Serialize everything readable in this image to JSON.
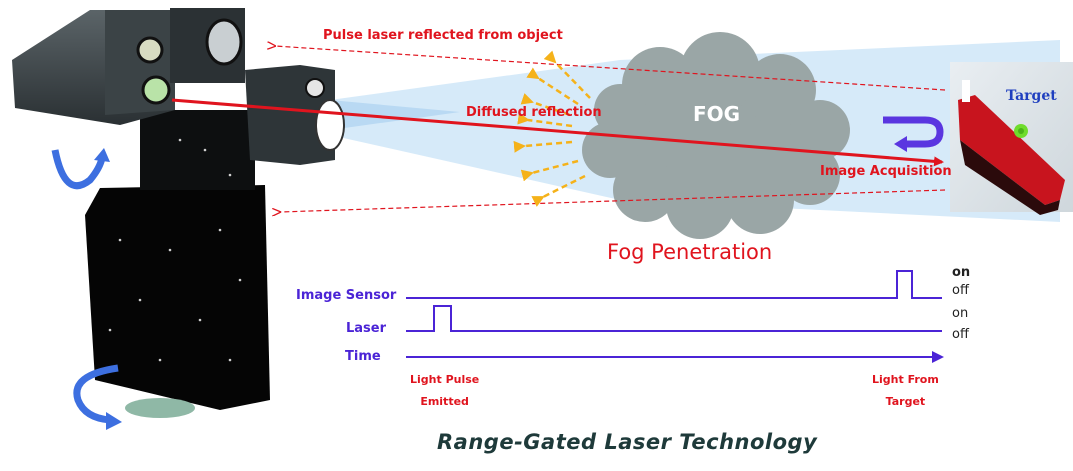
{
  "diagram": {
    "title": "Range-Gated Laser Technology",
    "labels": {
      "pulse_reflected": "Pulse laser reflected from object",
      "diffused_reflection": "Diffused reflection",
      "fog": "FOG",
      "fog_penetration": "Fog Penetration",
      "image_acquisition": "Image Acquisition",
      "target": "Target"
    },
    "timing": {
      "rows": [
        {
          "label": "Image Sensor",
          "on": "on",
          "off": "off"
        },
        {
          "label": "Laser",
          "on": "on",
          "off": "off"
        },
        {
          "label": "Time"
        }
      ],
      "start_note_line1": "Light Pulse",
      "start_note_line2": "Emitted",
      "end_note_line1": "Light From",
      "end_note_line2": "Target"
    },
    "colors": {
      "laser_red": "#e0141e",
      "timing_blue": "#4b24d6",
      "fog_gray": "#9aa6a6",
      "beam_light_blue": "#cfe6f8",
      "diffuse_orange": "#f5b21a",
      "rotate_arrow_blue": "#3d6fe0"
    }
  }
}
